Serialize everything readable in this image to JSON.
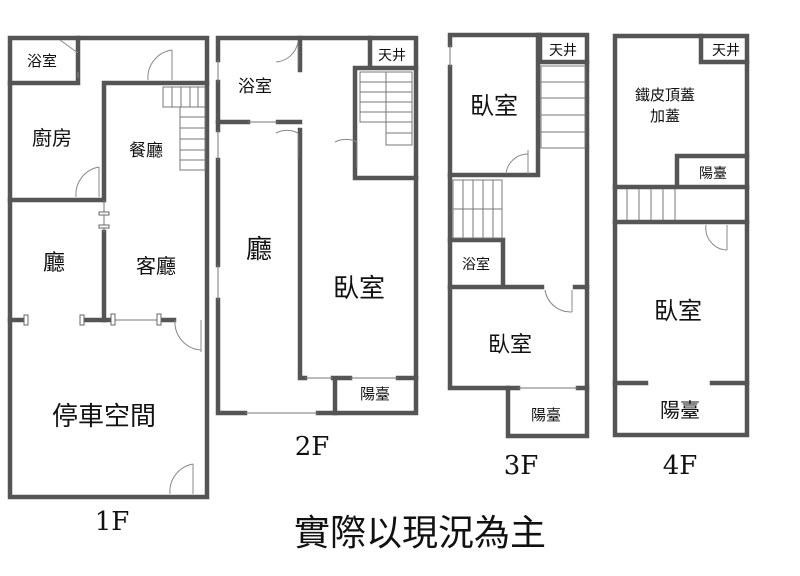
{
  "floors": {
    "f1": {
      "label": "1F",
      "rooms": {
        "bath": "浴室",
        "kitchen": "廚房",
        "dining": "餐廳",
        "hall": "廳",
        "living": "客廳",
        "parking": "停車空間"
      }
    },
    "f2": {
      "label": "2F",
      "rooms": {
        "bath": "浴室",
        "skylight": "天井",
        "hall": "廳",
        "bedroom": "臥室",
        "balcony": "陽臺"
      }
    },
    "f3": {
      "label": "3F",
      "rooms": {
        "skylight": "天井",
        "bedroom_top": "臥室",
        "bath": "浴室",
        "bedroom_bottom": "臥室",
        "balcony": "陽臺"
      }
    },
    "f4": {
      "label": "4F",
      "rooms": {
        "skylight": "天井",
        "addition_line1": "鐵皮頂蓋",
        "addition_line2": "加蓋",
        "balcony_small": "陽臺",
        "bedroom": "臥室",
        "balcony": "陽臺"
      }
    }
  },
  "note": "實際以現況為主",
  "colors": {
    "wall": "#555555",
    "text": "#111111"
  }
}
